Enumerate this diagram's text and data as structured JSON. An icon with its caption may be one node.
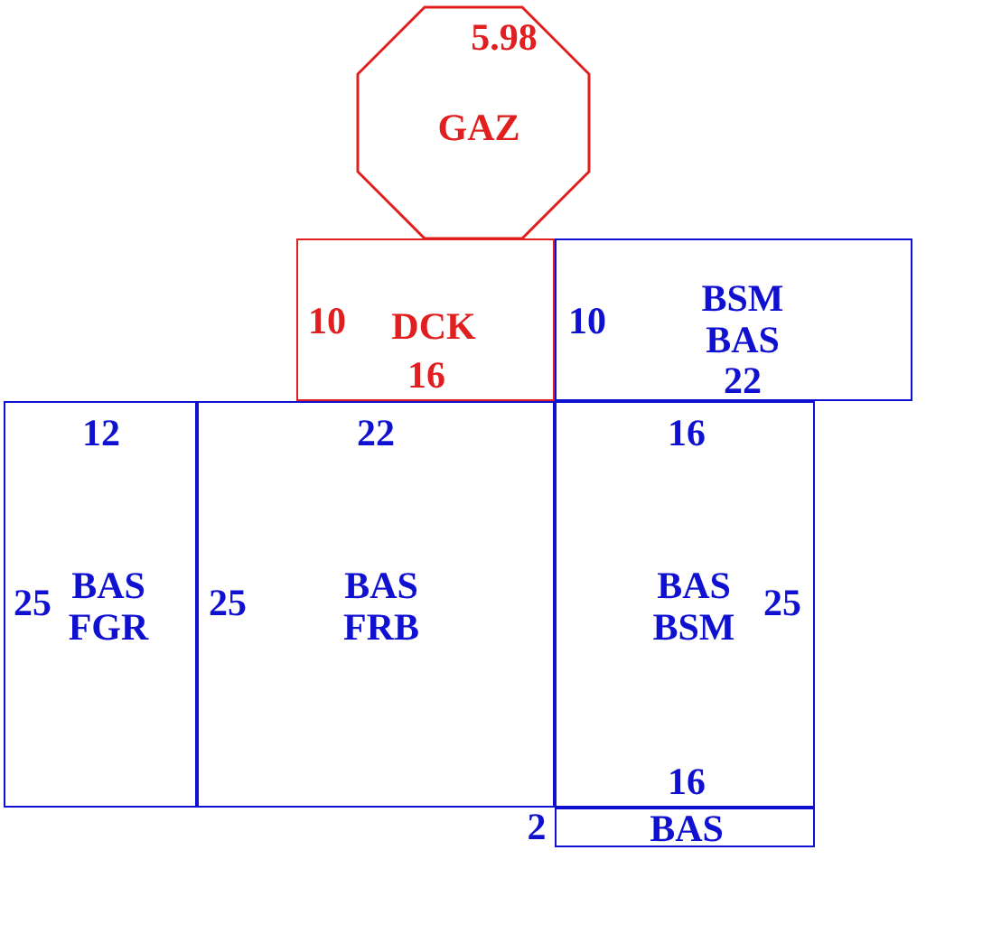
{
  "diagram": {
    "nodes": [
      {
        "text": [
          "5.98",
          "GAZ"
        ]
      },
      {
        "text": [
          "10",
          "DCK",
          "16"
        ]
      },
      {
        "text": [
          "10",
          "BSM BAS",
          "22"
        ]
      },
      {
        "text": [
          "12",
          "25",
          "BAS FGR"
        ]
      },
      {
        "text": [
          "22",
          "25",
          "BAS FRB"
        ]
      },
      {
        "text": [
          "16",
          "BAS BSM",
          "25",
          "16"
        ]
      },
      {
        "text": [
          "BAS"
        ],
        "beside": [
          "2"
        ]
      }
    ]
  }
}
